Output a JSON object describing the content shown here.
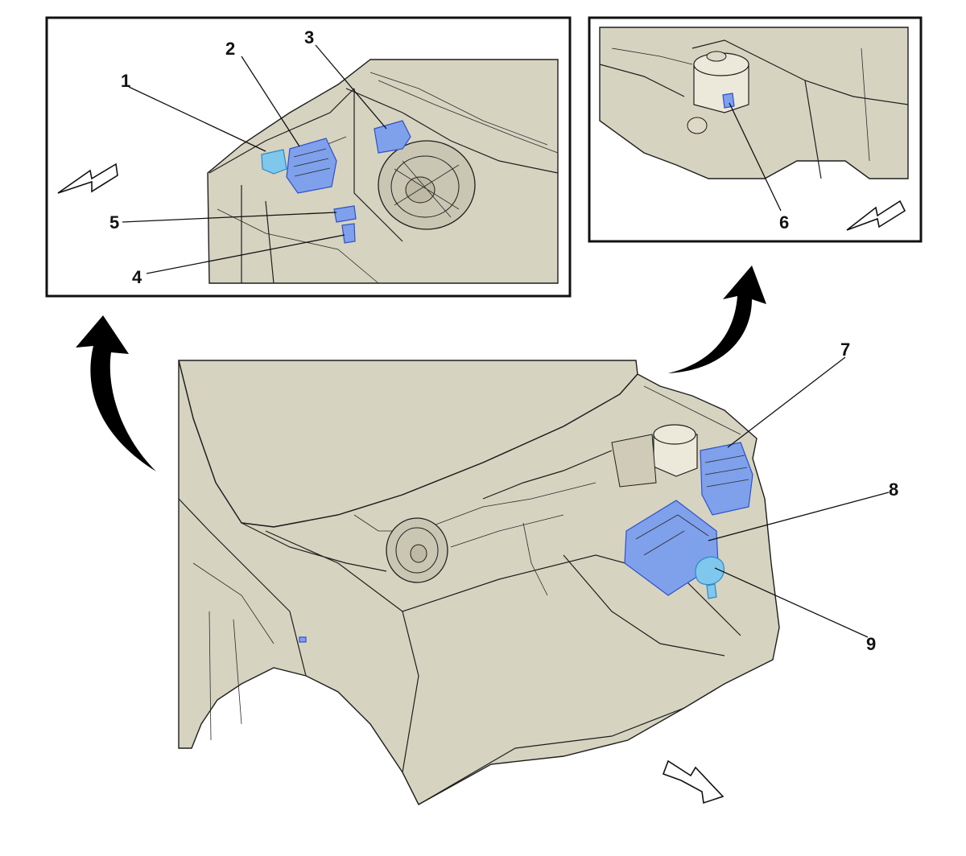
{
  "diagram": {
    "callouts": [
      {
        "id": "c1",
        "label": "1"
      },
      {
        "id": "c2",
        "label": "2"
      },
      {
        "id": "c3",
        "label": "3"
      },
      {
        "id": "c4",
        "label": "4"
      },
      {
        "id": "c5",
        "label": "5"
      },
      {
        "id": "c6",
        "label": "6"
      },
      {
        "id": "c7",
        "label": "7"
      },
      {
        "id": "c8",
        "label": "8"
      },
      {
        "id": "c9",
        "label": "9"
      }
    ]
  },
  "colors": {
    "body": "#d6d3c1",
    "outline": "#1e1e1e",
    "highlight_blue": "#7fa0ea",
    "highlight_cyan": "#7fc7ec"
  }
}
